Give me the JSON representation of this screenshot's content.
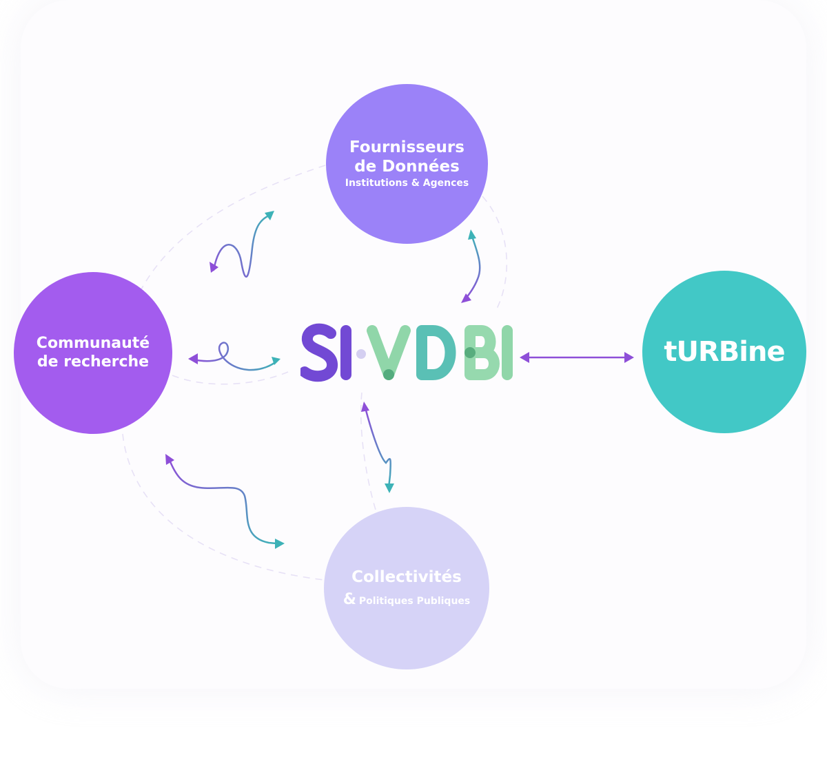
{
  "nodes": {
    "fournisseurs": {
      "line1": "Fournisseurs",
      "line2": "de Données",
      "line3": "Institutions & Agences",
      "color": "#9b82f8"
    },
    "communaute": {
      "line1": "Communauté",
      "line2": "de recherche",
      "color": "#a35cee"
    },
    "turbine": {
      "line1": "tURBine",
      "color": "#42c8c6"
    },
    "collectivites": {
      "line1": "Collectivités",
      "amp": "&",
      "line2": "Politiques Publiques",
      "color": "#d6d3f7"
    }
  },
  "logo": {
    "text": "SI·VDBI",
    "colors": {
      "purple": "#6a3fd2",
      "green": "#7ccf9a",
      "teal": "#3db5a8",
      "dot": "#d4cff1"
    }
  },
  "arrow_colors": {
    "purple": "#8e4fd8",
    "teal": "#3db2b7"
  }
}
